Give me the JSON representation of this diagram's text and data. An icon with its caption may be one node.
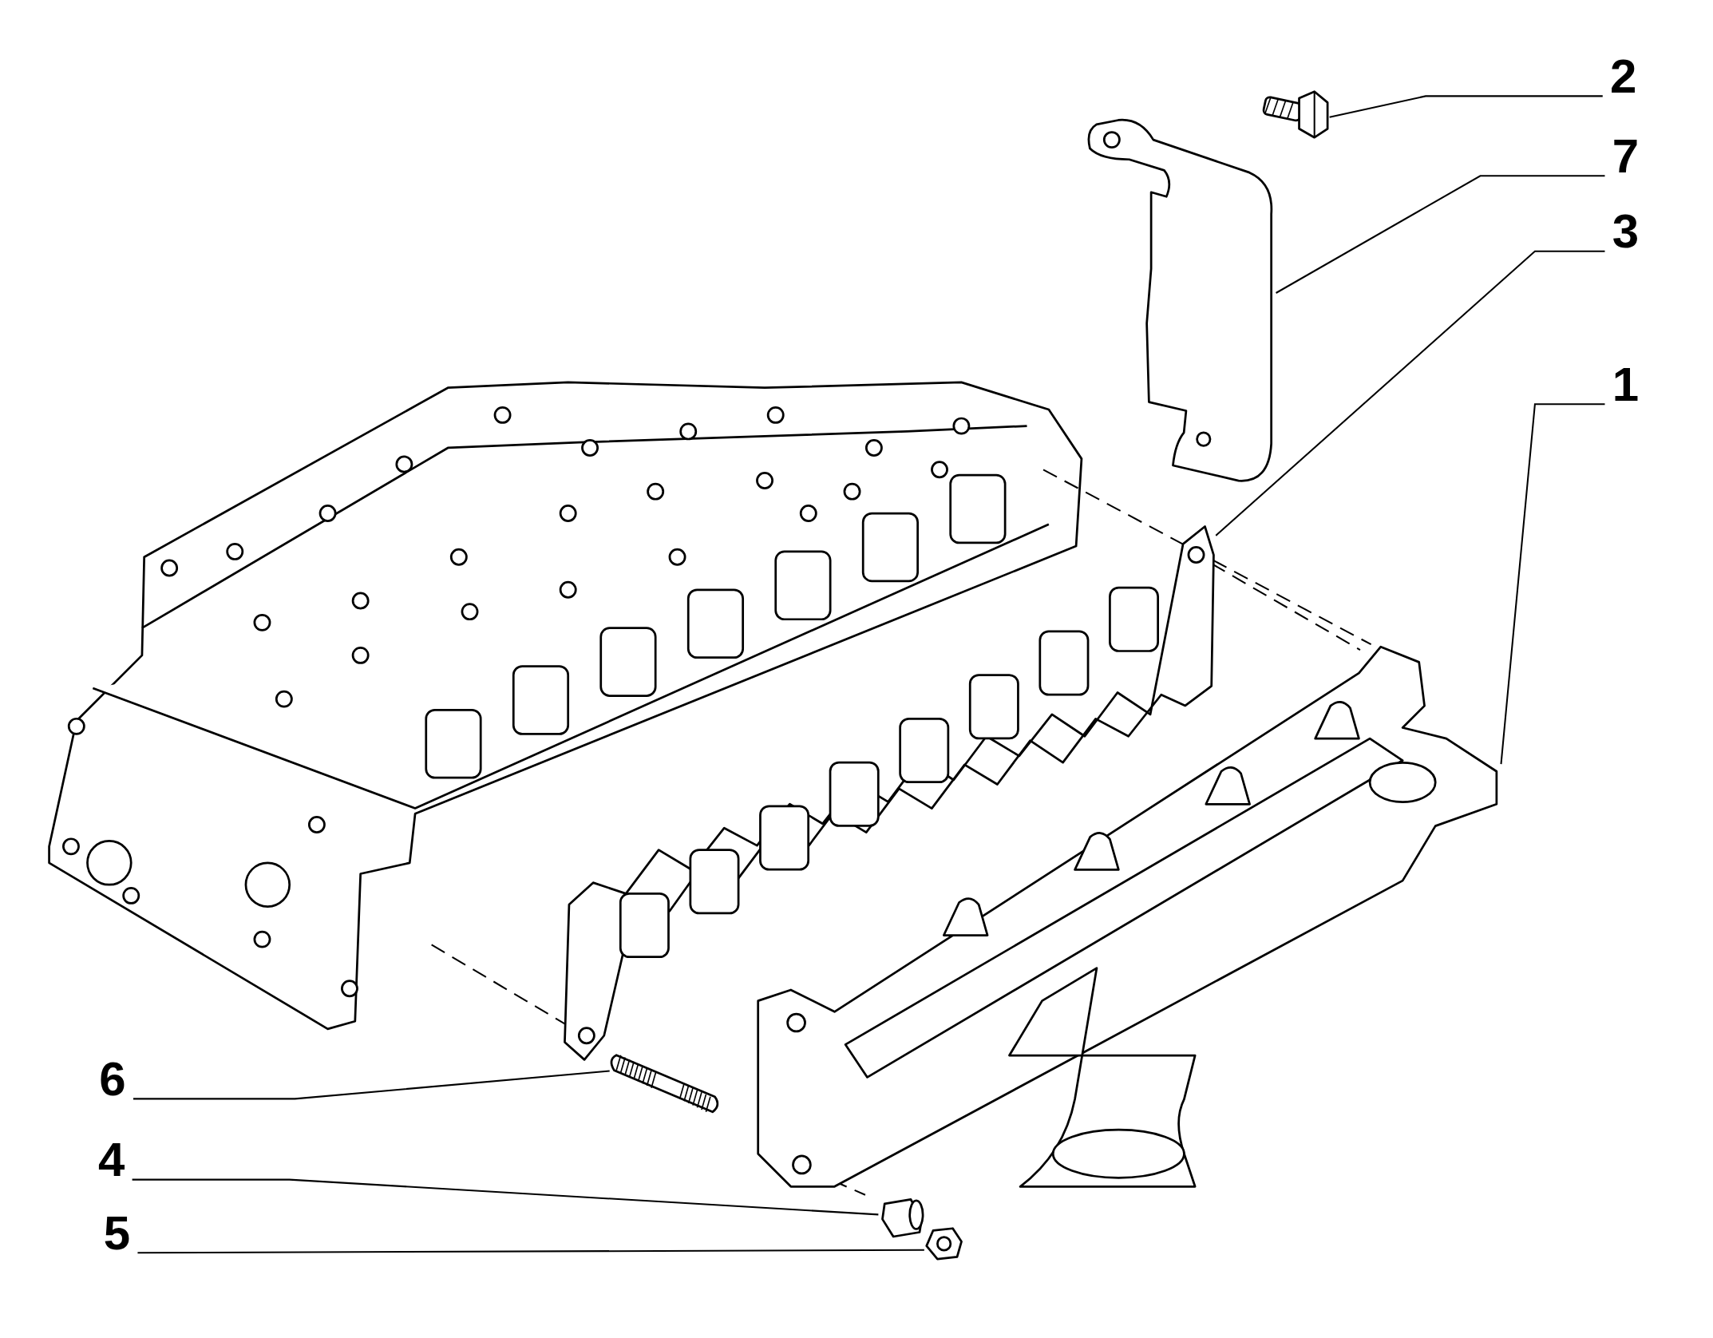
{
  "diagram": {
    "nodes": [
      {
        "text": [
          "2"
        ]
      },
      {
        "text": [
          "7"
        ]
      },
      {
        "text": [
          "3"
        ]
      },
      {
        "text": [
          "1"
        ]
      },
      {
        "text": [
          "6"
        ]
      },
      {
        "text": [
          "4"
        ]
      },
      {
        "text": [
          "5"
        ]
      },
      {
        "text": [],
        "shape": "picture"
      },
      {
        "text": [],
        "shape": "picture"
      },
      {
        "text": [],
        "shape": "picture"
      },
      {
        "text": [],
        "shape": "picture"
      },
      {
        "text": [],
        "shape": "picture"
      },
      {
        "text": [],
        "shape": "picture"
      },
      {
        "text": [],
        "shape": "picture"
      }
    ],
    "edges": [
      {
        "from": 0,
        "to": 7,
        "arrow": "none"
      },
      {
        "from": 1,
        "to": 8,
        "arrow": "none"
      },
      {
        "from": 2,
        "to": 9,
        "arrow": "none"
      },
      {
        "from": 3,
        "to": 10,
        "arrow": "none"
      },
      {
        "from": 4,
        "to": 11,
        "arrow": "none"
      },
      {
        "from": 5,
        "to": 12,
        "arrow": "none"
      },
      {
        "from": 6,
        "to": 13,
        "arrow": "none"
      }
    ]
  }
}
